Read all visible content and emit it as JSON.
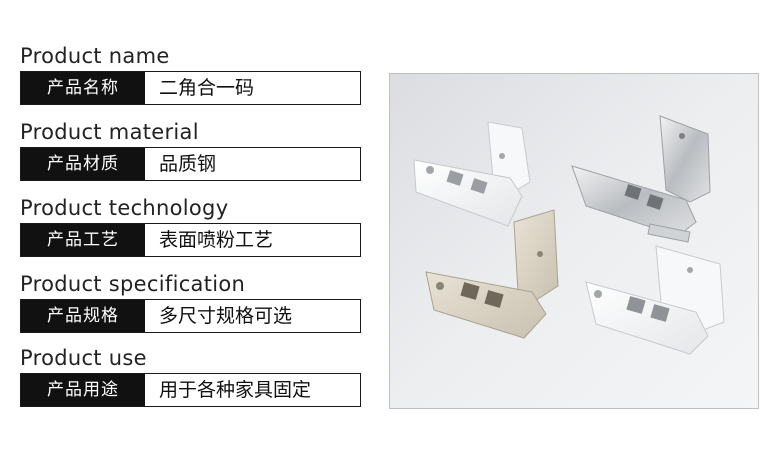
{
  "specs": [
    {
      "en": "Product name",
      "label": "产品名称",
      "value": "二角合一码"
    },
    {
      "en": "Product material",
      "label": "产品材质",
      "value": "品质钢"
    },
    {
      "en": "Product technology",
      "label": "产品工艺",
      "value": "表面喷粉工艺"
    },
    {
      "en": "Product specification",
      "label": "产品规格",
      "value": "多尺寸规格可选"
    },
    {
      "en": "Product use",
      "label": "产品用途",
      "value": "用于各种家具固定"
    }
  ],
  "colors": {
    "label_bg": "#111111",
    "label_text": "#ffffff",
    "photo_bg": "#e6e7ea"
  }
}
